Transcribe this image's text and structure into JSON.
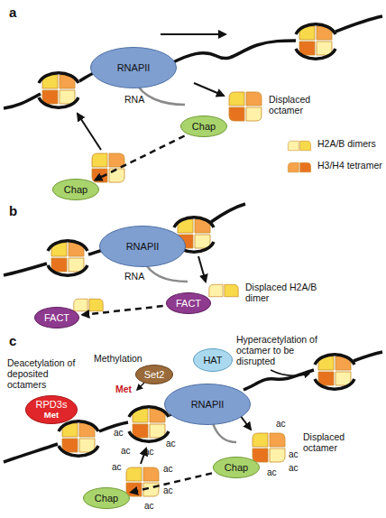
{
  "diagram": {
    "nodes": [
      {
        "text": [
          "RNAPII"
        ]
      },
      {
        "text": [
          "Chap"
        ]
      },
      {
        "text": [
          "Chap"
        ]
      },
      {
        "text": [
          "RNAPII"
        ]
      },
      {
        "text": [
          "FACT"
        ]
      },
      {
        "text": [
          "FACT"
        ]
      },
      {
        "text": [
          "HAT"
        ]
      },
      {
        "text": [
          "Set2"
        ]
      },
      {
        "text": [
          "RNAPII"
        ]
      },
      {
        "text": [
          "RPD3s",
          "Met"
        ]
      },
      {
        "text": [
          "Chap"
        ]
      },
      {
        "text": [
          "Chap"
        ]
      }
    ],
    "edges": [
      {
        "from": 1,
        "to": 2,
        "arrow": "to"
      },
      {
        "from": 4,
        "to": 5,
        "arrow": "to"
      },
      {
        "from": 10,
        "to": 11,
        "arrow": "to"
      }
    ],
    "labels": [
      "a",
      "RNA",
      "Displaced octamer",
      "b",
      "RNA",
      "Displaced H2A/B dimer",
      "c",
      "Hyperacetylation of octamer to be disrupted",
      "Methylation",
      "Deacetylation of deposited octamers",
      "Met",
      "ac",
      "ac",
      "ac",
      "ac",
      "Displaced octamer",
      "ac",
      "ac",
      "ac",
      "ac",
      "ac",
      "ac",
      "ac",
      "ac"
    ],
    "legend": [
      {
        "text": "H2A/B dimers"
      },
      {
        "text": "H3/H4 tetramer"
      }
    ]
  }
}
